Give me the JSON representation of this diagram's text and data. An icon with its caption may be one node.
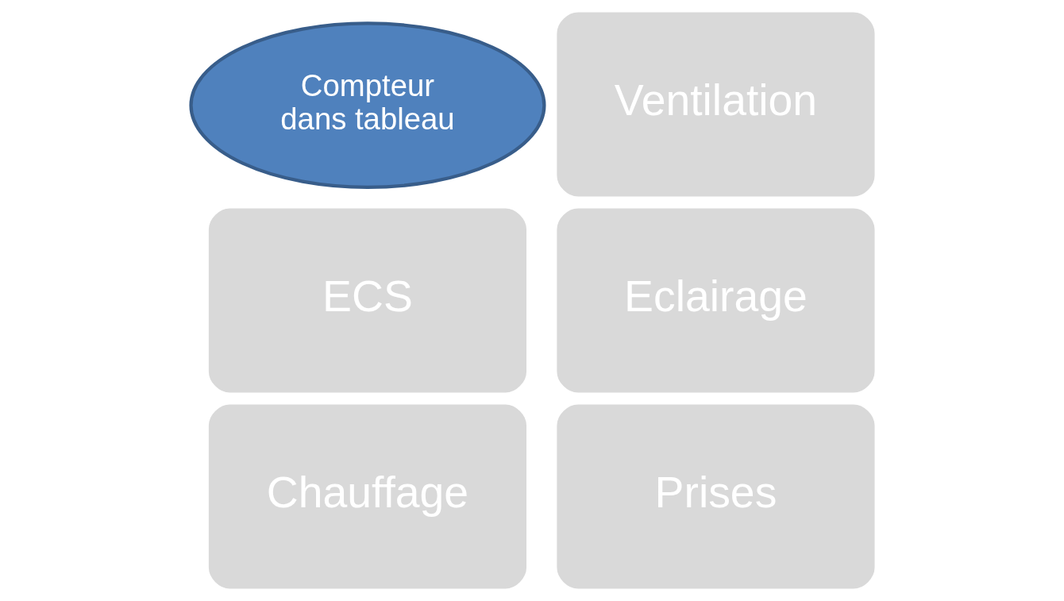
{
  "diagram": {
    "nodes": [
      {
        "text": [
          "ECS"
        ]
      },
      {
        "text": [
          "Chauffage"
        ]
      },
      {
        "text": [
          "Compteur dans tableau"
        ]
      },
      {
        "text": [
          "Ventilation"
        ]
      },
      {
        "text": [
          "Eclairage"
        ]
      },
      {
        "text": [
          "Prises"
        ]
      }
    ]
  }
}
